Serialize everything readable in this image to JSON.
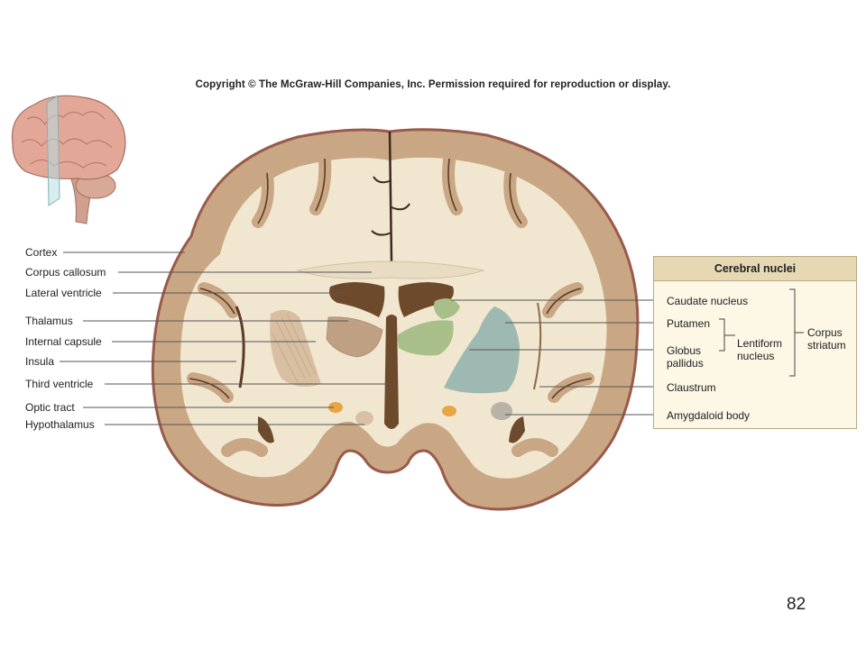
{
  "copyright": "Copyright © The McGraw-Hill Companies, Inc. Permission required for reproduction or display.",
  "left_labels": {
    "cortex": "Cortex",
    "corpus_callosum": "Corpus callosum",
    "lateral_ventricle": "Lateral ventricle",
    "thalamus": "Thalamus",
    "internal_capsule": "Internal capsule",
    "insula": "Insula",
    "third_ventricle": "Third ventricle",
    "optic_tract": "Optic tract",
    "hypothalamus": "Hypothalamus"
  },
  "cerebral_nuclei": {
    "title": "Cerebral nuclei",
    "caudate_nucleus": "Caudate nucleus",
    "putamen": "Putamen",
    "globus": "Globus",
    "pallidus": "pallidus",
    "lentiform": "Lentiform",
    "nucleus": "nucleus",
    "corpus": "Corpus",
    "striatum": "striatum",
    "claustrum": "Claustrum",
    "amygdaloid_body": "Amygdaloid body"
  },
  "page_number": "82",
  "colors": {
    "cortex_gray": "#c9a784",
    "white_matter": "#f1e6cf",
    "meninges": "#9a5a4b",
    "ventricle": "#6e4a2c",
    "putamen": "#8fb0ad",
    "globus_pallidus": "#a9bf8a",
    "thalamus": "#bfa083",
    "box_header": "#e6d8b3"
  }
}
